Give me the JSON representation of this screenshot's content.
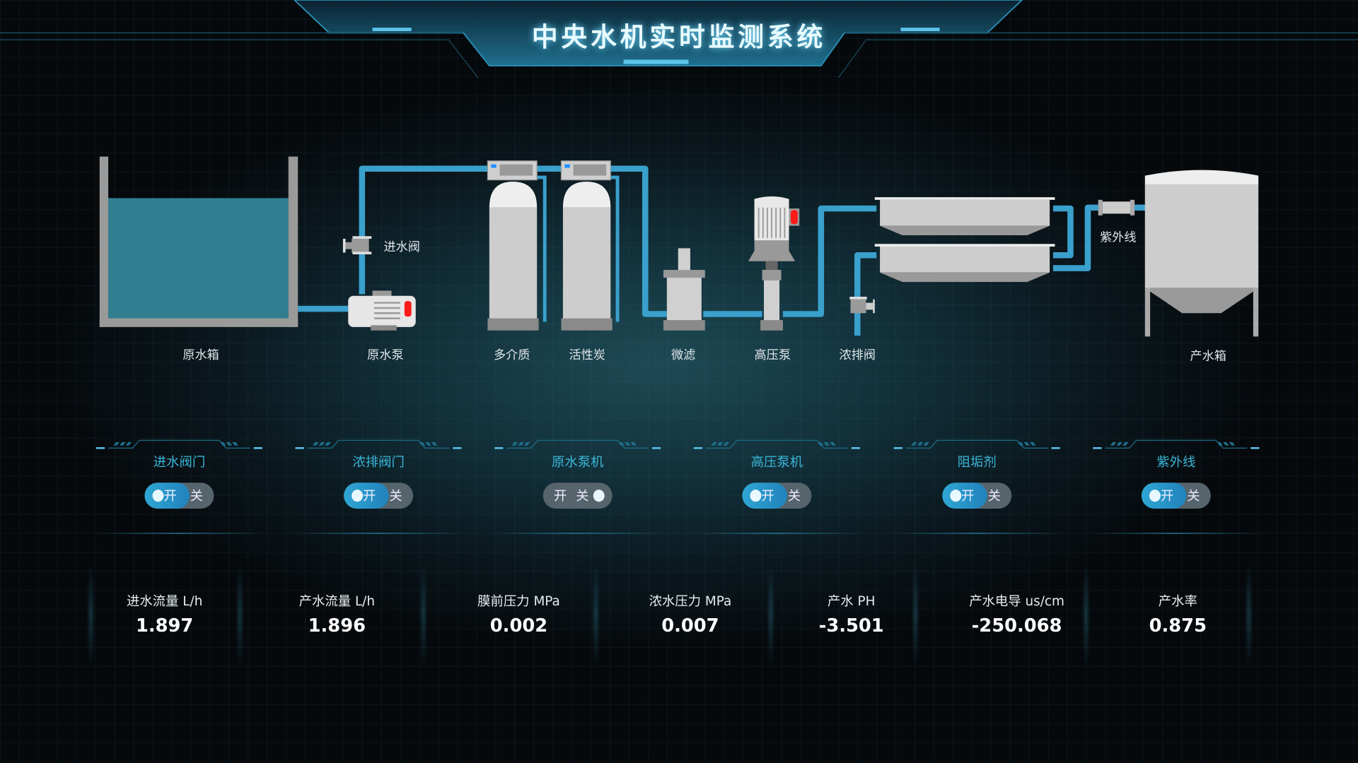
{
  "header": {
    "title": "中央水机实时监测系统"
  },
  "diagram": {
    "labels": {
      "raw_tank": "原水箱",
      "raw_pump": "原水泵",
      "multi_media": "多介质",
      "carbon": "活性炭",
      "micro_filter": "微滤",
      "hp_pump": "高压泵",
      "drain_valve": "浓排阀",
      "product_tank": "产水箱",
      "inlet_valve": "进水阀",
      "uv": "紫外线"
    },
    "colors": {
      "pipe": "#3aa0cc",
      "water": "#2f7f90",
      "equipment": "#cfcfcf",
      "alarm": "#ff1a1a"
    }
  },
  "controls": [
    {
      "title": "进水阀门",
      "on_label": "开",
      "off_label": "关",
      "state": "on"
    },
    {
      "title": "浓排阀门",
      "on_label": "开",
      "off_label": "关",
      "state": "on"
    },
    {
      "title": "原水泵机",
      "on_label": "开",
      "off_label": "关",
      "state": "off"
    },
    {
      "title": "高压泵机",
      "on_label": "开",
      "off_label": "关",
      "state": "on"
    },
    {
      "title": "阻垢剂",
      "on_label": "开",
      "off_label": "关",
      "state": "on"
    },
    {
      "title": "紫外线",
      "on_label": "开",
      "off_label": "关",
      "state": "on"
    }
  ],
  "metrics": [
    {
      "label": "进水流量  L/h",
      "value": "1.897"
    },
    {
      "label": "产水流量  L/h",
      "value": "1.896"
    },
    {
      "label": "膜前压力 MPa",
      "value": "0.002"
    },
    {
      "label": "浓水压力 MPa",
      "value": "0.007"
    },
    {
      "label": "产水 PH",
      "value": "-3.501"
    },
    {
      "label": "产水电导 us/cm",
      "value": "-250.068"
    },
    {
      "label": "产水率",
      "value": "0.875"
    }
  ]
}
